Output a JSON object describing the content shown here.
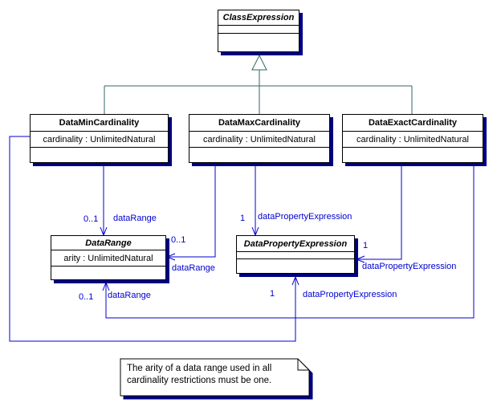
{
  "diagram_title": "OWL data cardinality restrictions class diagram",
  "colors": {
    "association_line": "#0000d0",
    "association_label": "#0000d0",
    "generalization_line": "#336666",
    "box_border": "#000000",
    "box_shadow": "#000080",
    "background": "#ffffff",
    "text": "#000000"
  },
  "classes": [
    {
      "name": "ClassExpression",
      "abstract": true,
      "attribute": ""
    },
    {
      "name": "DataMinCardinality",
      "abstract": false,
      "attribute": "cardinality : UnlimitedNatural"
    },
    {
      "name": "DataMaxCardinality",
      "abstract": false,
      "attribute": "cardinality : UnlimitedNatural"
    },
    {
      "name": "DataExactCardinality",
      "abstract": false,
      "attribute": "cardinality : UnlimitedNatural"
    },
    {
      "name": "DataRange",
      "abstract": true,
      "attribute": "arity : UnlimitedNatural"
    },
    {
      "name": "DataPropertyExpression",
      "abstract": true,
      "attribute": ""
    }
  ],
  "edge_labels": {
    "min_to_datarange_mult": "0..1",
    "min_to_datarange_name": "dataRange",
    "max_to_datarange_mult": "0..1",
    "max_to_datarange_name": "dataRange",
    "exact_to_datarange_mult": "0..1",
    "exact_to_datarange_name": "dataRange",
    "max_to_dpe_mult": "1",
    "max_to_dpe_name": "dataPropertyExpression",
    "exact_to_dpe_mult": "1",
    "exact_to_dpe_name": "dataPropertyExpression",
    "min_to_dpe_mult": "1",
    "min_to_dpe_name": "dataPropertyExpression"
  },
  "note": {
    "line1": "The arity of a data range used in all",
    "line2": "cardinality restrictions must be one."
  }
}
